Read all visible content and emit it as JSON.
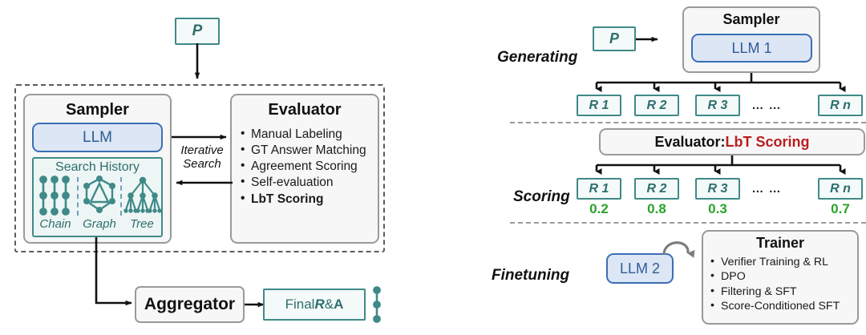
{
  "colors": {
    "teal": "#3f8a88",
    "teal_text": "#2d6e6c",
    "blue_border": "#3a6fb5",
    "blue_fill": "#dce6f4",
    "blue_text": "#2f5c96",
    "grey_border": "#9a9a9a",
    "grey_fill": "#f7f7f7",
    "accent_red": "#b81f1f",
    "score_green": "#29a329",
    "arrow_black": "#111111",
    "dashed_grey": "#9a9a9a"
  },
  "left_panel": {
    "prompt_box": {
      "label": "P"
    },
    "sampler": {
      "title": "Sampler",
      "llm": {
        "label": "LLM"
      },
      "search_history": {
        "title": "Search History",
        "methods": [
          {
            "label": "Chain",
            "icon": "chain-icon"
          },
          {
            "label": "Graph",
            "icon": "graph-icon"
          },
          {
            "label": "Tree",
            "icon": "tree-icon"
          }
        ]
      }
    },
    "link_label": {
      "line1": "Iterative",
      "line2": "Search"
    },
    "evaluator": {
      "title": "Evaluator",
      "items": [
        {
          "text": "Manual Labeling",
          "highlight": false
        },
        {
          "text": "GT Answer Matching",
          "highlight": false
        },
        {
          "text": "Agreement Scoring",
          "highlight": false
        },
        {
          "text": "Self-evaluation",
          "highlight": false
        },
        {
          "text": "LbT Scoring",
          "highlight": true
        }
      ]
    },
    "aggregator": {
      "title": "Aggregator"
    },
    "final": {
      "prefix": "Final ",
      "r": "R",
      "amp": " & ",
      "a": "A"
    }
  },
  "right_panel": {
    "stages": [
      {
        "label": "Generating"
      },
      {
        "label": "Scoring"
      },
      {
        "label": "Finetuning"
      }
    ],
    "generating": {
      "prompt_box": {
        "label": "P"
      },
      "sampler": {
        "title": "Sampler",
        "llm": {
          "label": "LLM 1"
        }
      },
      "responses": [
        {
          "label": "R 1"
        },
        {
          "label": "R 2"
        },
        {
          "label": "R 3"
        },
        {
          "label": "R n"
        }
      ],
      "ellipsis": "… …"
    },
    "scoring": {
      "evaluator_bar": {
        "prefix": "Evaluator: ",
        "highlight": "LbT Scoring"
      },
      "responses": [
        {
          "label": "R 1",
          "score": "0.2"
        },
        {
          "label": "R 2",
          "score": "0.8"
        },
        {
          "label": "R 3",
          "score": "0.3"
        },
        {
          "label": "R n",
          "score": "0.7"
        }
      ],
      "ellipsis": "… …"
    },
    "finetuning": {
      "llm": {
        "label": "LLM 2"
      },
      "trainer": {
        "title": "Trainer",
        "items": [
          {
            "text": "Verifier Training & RL"
          },
          {
            "text": "DPO"
          },
          {
            "text": "Filtering & SFT"
          },
          {
            "text": "Score-Conditioned SFT"
          }
        ]
      }
    }
  }
}
